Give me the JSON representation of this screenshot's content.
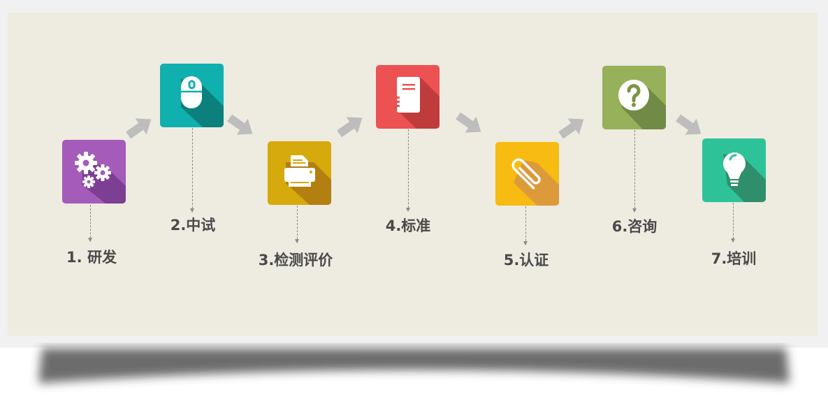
{
  "steps": [
    {
      "label": "1. 研发",
      "icon": "gears-icon",
      "color": "#a45bb9"
    },
    {
      "label": "2.中试",
      "icon": "mouse-icon",
      "color": "#0fb0ad"
    },
    {
      "label": "3.检测评价",
      "icon": "printer-icon",
      "color": "#d6a90c"
    },
    {
      "label": "4.标准",
      "icon": "notebook-icon",
      "color": "#ec5252"
    },
    {
      "label": "5.认证",
      "icon": "paperclip-icon",
      "color": "#f7bb12"
    },
    {
      "label": "6.咨询",
      "icon": "question-icon",
      "color": "#97b05a"
    },
    {
      "label": "7.培训",
      "icon": "lightbulb-icon",
      "color": "#2ec299"
    }
  ],
  "colors": {
    "panel": "#eeebe1",
    "arrow": "#bdbdbd",
    "label": "#4a4a4a"
  }
}
